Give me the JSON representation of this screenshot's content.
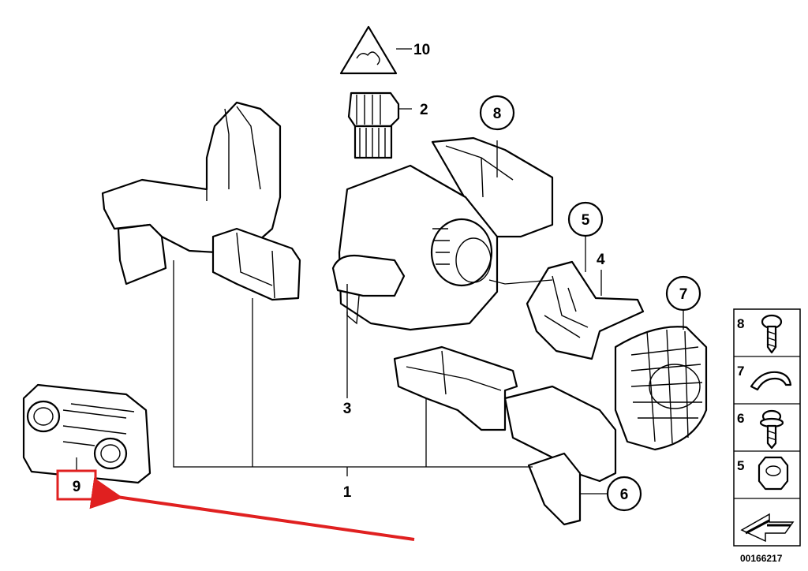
{
  "diagram": {
    "reference_number": "00166217",
    "highlight_color": "#e02020",
    "callouts": {
      "c1": "1",
      "c2": "2",
      "c3": "3",
      "c4": "4",
      "c5": "5",
      "c6": "6",
      "c7": "7",
      "c8": "8",
      "c9": "9",
      "c10": "10"
    },
    "legend": {
      "items": [
        {
          "number": "8",
          "icon": "screw-icon"
        },
        {
          "number": "7",
          "icon": "clip-icon"
        },
        {
          "number": "6",
          "icon": "screw-with-collar-icon"
        },
        {
          "number": "5",
          "icon": "hex-nut-icon"
        }
      ],
      "footer_icon": "arrow-icon"
    },
    "parts": [
      "heater-ducts",
      "blower-resistor",
      "blower-motor",
      "bracket",
      "climate-control-panel",
      "warning-label"
    ]
  }
}
